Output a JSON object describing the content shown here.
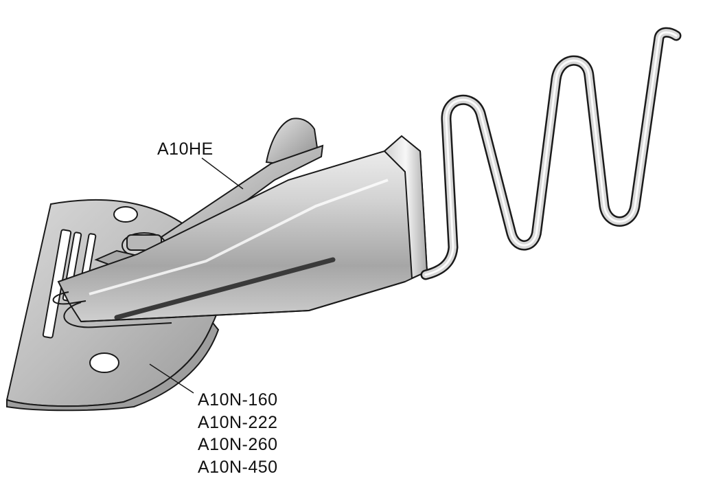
{
  "labels": {
    "top_part": "A10HE",
    "bottom_parts": [
      "A10N-160",
      "A10N-222",
      "A10N-260",
      "A10N-450"
    ]
  },
  "colors": {
    "metal_light": "#f2f2f2",
    "metal_mid": "#c6c6c6",
    "metal_dark": "#8a8a8a",
    "outline": "#1a1a1a",
    "background": "#ffffff"
  }
}
